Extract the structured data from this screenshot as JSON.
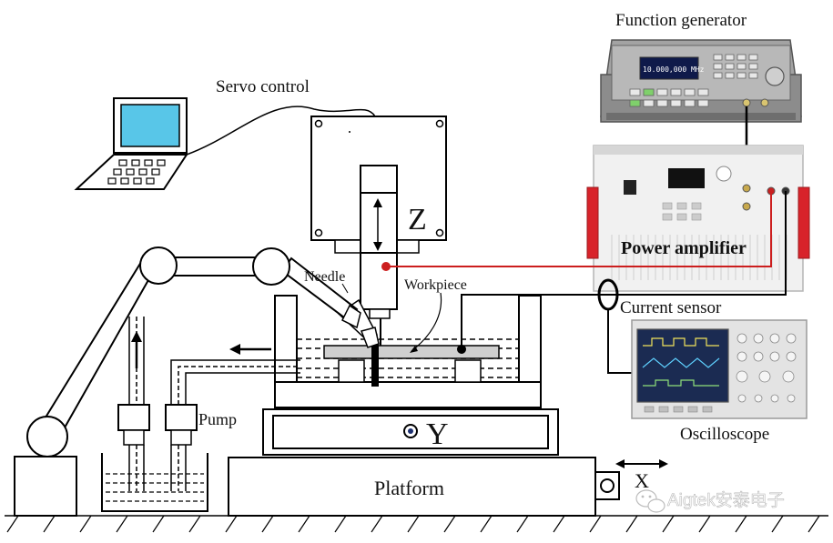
{
  "labels": {
    "function_generator": "Function generator",
    "servo_control": "Servo control",
    "power_amplifier": "Power amplifier",
    "needle": "Needle",
    "workpiece": "Workpiece",
    "current_sensor": "Current sensor",
    "z_axis": "Z",
    "y_axis_stage": "Y",
    "pump": "Pump",
    "oscilloscope": "Oscilloscope",
    "platform": "Platform",
    "x_axis": "X"
  },
  "function_generator_display": "10.000,000 MHz",
  "watermark": "Aigtek安泰电子",
  "colors": {
    "signal_wire": "#cc1e1e",
    "laptop_screen": "#58c6e8",
    "amplifier_handle": "#d8232a",
    "generator_body": "#9a9a9a",
    "scope_screen": "#1b2b52"
  }
}
